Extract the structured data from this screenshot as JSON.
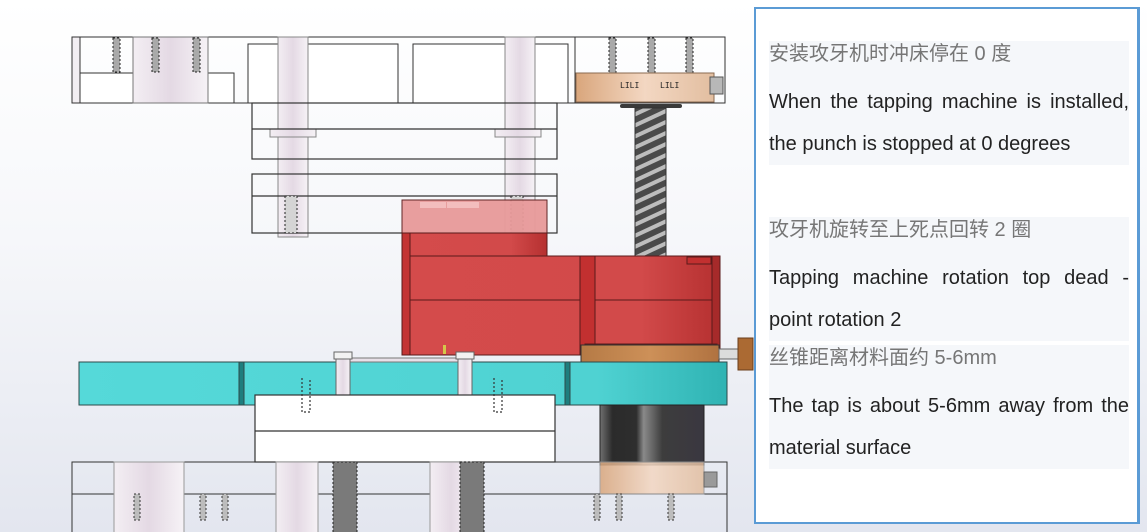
{
  "drawing": {
    "title": "Tapping machine mounted in stamping die (front section view)",
    "components": [
      {
        "name": "upper-die-shoe",
        "color": "#ffffff"
      },
      {
        "name": "punch-holder-plate",
        "color": "#ffffff"
      },
      {
        "name": "stripper-plate",
        "color": "#ffffff"
      },
      {
        "name": "tapping-unit-body",
        "color": "#d24a4a"
      },
      {
        "name": "tapping-unit-top-cover",
        "color": "#e89a9a"
      },
      {
        "name": "tap-drive-screw",
        "color": "#555555"
      },
      {
        "name": "upper-mount-bracket",
        "color": "#e2c0a2"
      },
      {
        "name": "tap-base-plate",
        "color": "#c4854e"
      },
      {
        "name": "die-plate",
        "color": "#50d5d5"
      },
      {
        "name": "die-block",
        "color": "#ffffff"
      },
      {
        "name": "lower-support-column",
        "color": "#3a3a3a"
      },
      {
        "name": "lower-die-shoe",
        "color": "#ffffff"
      }
    ]
  },
  "notes": [
    {
      "zh": "安装攻牙机时冲床停在 0 度",
      "en": "When the tapping machine is installed, the punch is stopped at 0 degrees"
    },
    {
      "zh": "攻牙机旋转至上死点回转 2 圈",
      "en": "Tapping machine rotation top dead - point rotation 2"
    },
    {
      "zh": "丝锥距离材料面约 5-6mm",
      "en": "The tap is about 5-6mm away from the material surface"
    }
  ],
  "colors": {
    "note_border": "#5b9bd5",
    "note_zh_text": "#767676",
    "note_en_text": "#222222",
    "die_plate": "#50d5d5",
    "tapping_body": "#d24a4a",
    "tap_base": "#c4854e"
  }
}
